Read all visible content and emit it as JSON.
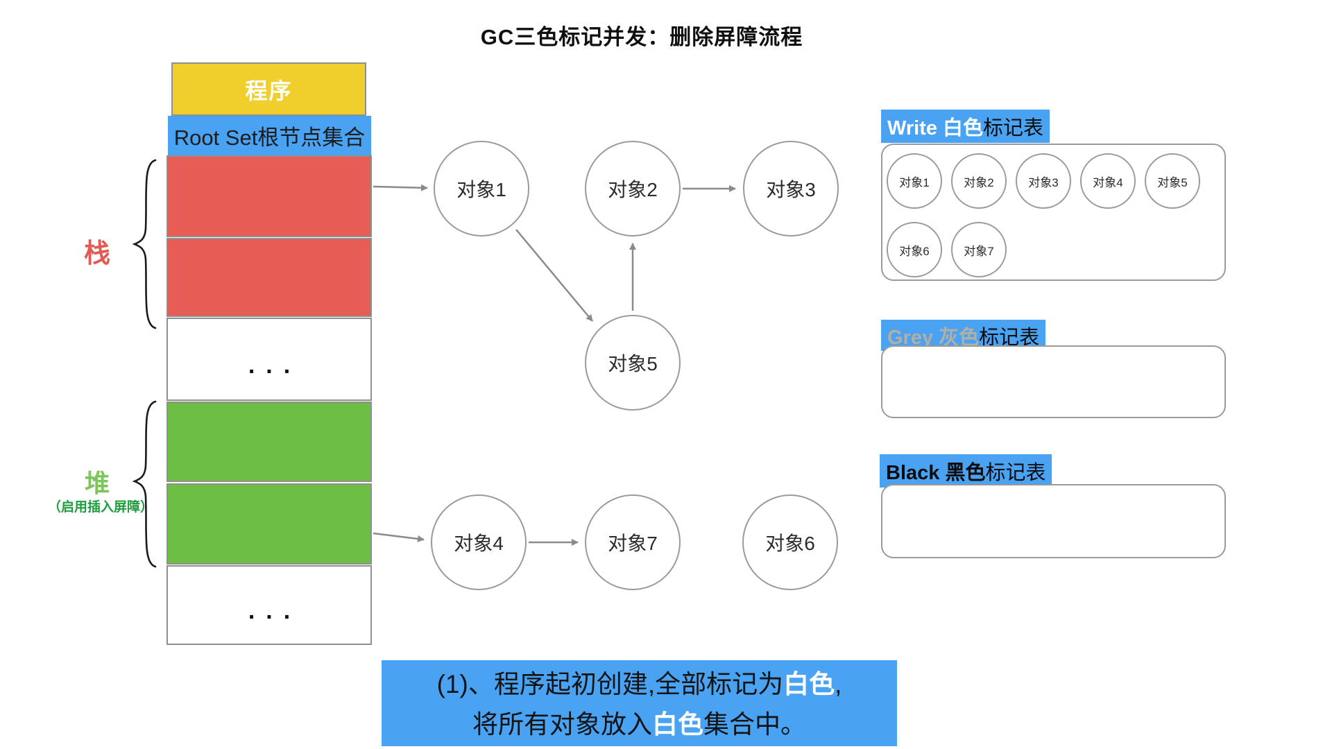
{
  "title": "GC三色标记并发：删除屏障流程",
  "colors": {
    "blue": "#4AA2F2",
    "red": "#E75C55",
    "green": "#6CBE45",
    "yellow": "#F0CE2B",
    "stack-text": "#E15B54",
    "heap-text": "#7CC55A",
    "note-text": "#1E9E3C",
    "grey-text": "#B5AFA3",
    "node-border": "#9A9A9A"
  },
  "memory": {
    "program_label": "程序",
    "rootset_label": "Root Set根节点集合",
    "ellipsis": "...",
    "stack_label": "栈",
    "heap_label": "堆",
    "heap_note": "（启用插入屏障）"
  },
  "graph": {
    "nodes": [
      {
        "label": "对象1"
      },
      {
        "label": "对象2"
      },
      {
        "label": "对象3"
      },
      {
        "label": "对象4"
      },
      {
        "label": "对象5"
      },
      {
        "label": "对象6"
      },
      {
        "label": "对象7"
      }
    ]
  },
  "tables": {
    "white": {
      "label": "Write 白色",
      "suffix": "标记表",
      "items": [
        "对象1",
        "对象2",
        "对象3",
        "对象4",
        "对象5",
        "对象6",
        "对象7"
      ]
    },
    "grey": {
      "label": "Grey 灰色",
      "suffix": "标记表",
      "items": []
    },
    "black": {
      "label": "Black 黑色",
      "suffix": "标记表",
      "items": []
    }
  },
  "caption": {
    "line1_pre": "(1)、程序起初创建,全部标记为",
    "line1_hl": "白色",
    "line1_post": ",",
    "line2_pre": "将所有对象放入",
    "line2_hl": "白色",
    "line2_post": "集合中。"
  }
}
